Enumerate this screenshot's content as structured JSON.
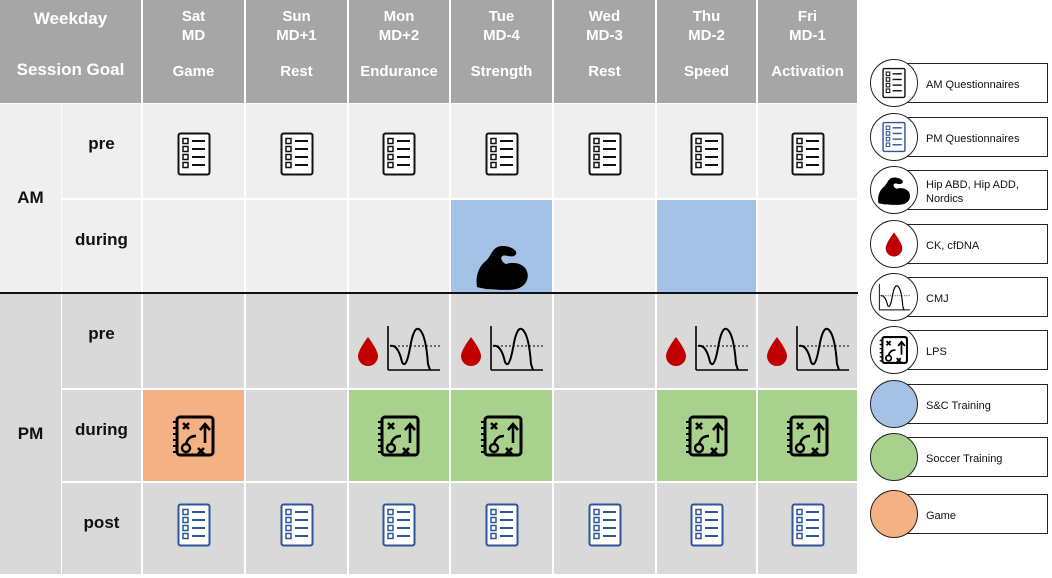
{
  "header": {
    "weekday_label": "Weekday",
    "session_goal_label": "Session Goal",
    "days": [
      {
        "day": "Sat",
        "md": "MD",
        "goal": "Game"
      },
      {
        "day": "Sun",
        "md": "MD+1",
        "goal": "Rest"
      },
      {
        "day": "Mon",
        "md": "MD+2",
        "goal": "Endurance"
      },
      {
        "day": "Tue",
        "md": "MD-4",
        "goal": "Strength"
      },
      {
        "day": "Wed",
        "md": "MD-3",
        "goal": "Rest"
      },
      {
        "day": "Thu",
        "md": "MD-2",
        "goal": "Speed"
      },
      {
        "day": "Fri",
        "md": "MD-1",
        "goal": "Activation"
      }
    ]
  },
  "rows": {
    "am": "AM",
    "pm": "PM",
    "pre": "pre",
    "during": "during",
    "post": "post"
  },
  "schedule": {
    "am_pre": [
      "am-questionnaire",
      "am-questionnaire",
      "am-questionnaire",
      "am-questionnaire",
      "am-questionnaire",
      "am-questionnaire",
      "am-questionnaire"
    ],
    "am_during": [
      "none",
      "none",
      "none",
      "sc-strength",
      "none",
      "sc-empty",
      "none"
    ],
    "pm_pre": [
      "none",
      "none",
      "blood-cmj",
      "blood-cmj",
      "none",
      "blood-cmj",
      "blood-cmj"
    ],
    "pm_during": [
      "game-lps",
      "none",
      "soccer-lps",
      "soccer-lps",
      "none",
      "soccer-lps",
      "soccer-lps"
    ],
    "pm_post": [
      "pm-questionnaire",
      "pm-questionnaire",
      "pm-questionnaire",
      "pm-questionnaire",
      "pm-questionnaire",
      "pm-questionnaire",
      "pm-questionnaire"
    ]
  },
  "legend": [
    {
      "icon": "am-questionnaire-icon",
      "label": "AM Questionnaires"
    },
    {
      "icon": "pm-questionnaire-icon",
      "label": "PM Questionnaires"
    },
    {
      "icon": "flexed-arm-icon",
      "label": "Hip ABD, Hip ADD, Nordics"
    },
    {
      "icon": "blood-drop-icon",
      "label": "CK, cfDNA"
    },
    {
      "icon": "cmj-curve-icon",
      "label": "CMJ"
    },
    {
      "icon": "tactics-board-icon",
      "label": "LPS"
    },
    {
      "icon": "sc-training-swatch",
      "label": "S&C Training"
    },
    {
      "icon": "soccer-training-swatch",
      "label": "Soccer Training"
    },
    {
      "icon": "game-swatch",
      "label": "Game"
    }
  ],
  "colors": {
    "header_bg": "#a6a6a6",
    "am_bg": "#efefef",
    "pm_bg": "#d9d9d9",
    "sc_training": "#a4c2e6",
    "soccer_training": "#a9d18e",
    "game": "#f4b183",
    "blood": "#c00000",
    "pm_icon": "#2e5597"
  }
}
